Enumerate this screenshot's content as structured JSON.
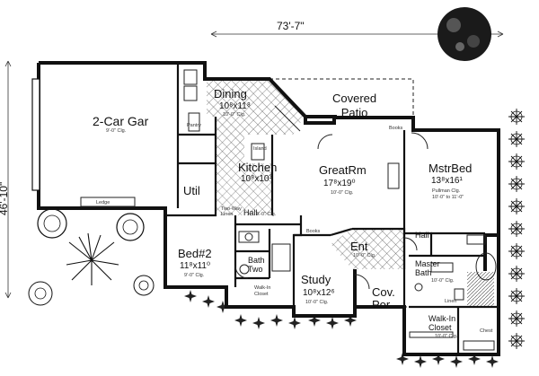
{
  "plan": {
    "overall_width": "73'-7\"",
    "overall_depth": "46'-10\"",
    "rooms": {
      "garage": {
        "name": "2-Car Gar",
        "note": "9'-0\" Clg."
      },
      "dining": {
        "name": "Dining",
        "dims": "10⁸x11⁸",
        "note": "10'-0\" Clg."
      },
      "covered_patio": {
        "name": "Covered\nPatio"
      },
      "kitchen": {
        "name": "Kitchen",
        "dims": "10⁸x10³"
      },
      "great_room": {
        "name": "GreatRm",
        "dims": "17⁸x19⁰",
        "note": "10'-0\" Clg."
      },
      "master_bed": {
        "name": "MstrBed",
        "dims": "13⁸x16¹",
        "note": "Pullman Clg.\n10'-0\" to 11'-0\""
      },
      "util": {
        "name": "Util"
      },
      "hall_left": {
        "name": "Hall",
        "note": "9'-0\" Clg."
      },
      "hall_right": {
        "name": "Hall"
      },
      "bed2": {
        "name": "Bed#2",
        "dims": "11⁸x11⁰",
        "note": "9'-0\" Clg."
      },
      "bath_two": {
        "name": "Bath\nTwo"
      },
      "walkin_left": {
        "name": "Walk-In\nCloset"
      },
      "study": {
        "name": "Study",
        "dims": "10⁸x12⁶",
        "note": "10'-0\" Clg."
      },
      "entry": {
        "name": "Ent",
        "note": "10'-0\" Clg."
      },
      "cov_porch": {
        "name": "Cov.\nPor"
      },
      "master_bath": {
        "name": "Master\nBath",
        "note": "10'-0\" Clg."
      },
      "walkin_closet": {
        "name": "Walk-In\nCloset",
        "note": "10'-0\" Clg."
      }
    },
    "small_labels": {
      "ledge": "Ledge",
      "pantry": "Pantry",
      "island": "Island",
      "two_way": "Two-Way\nLinen",
      "books1": "Books",
      "books2": "Books",
      "linen": "Linen",
      "chest": "Chest"
    }
  }
}
